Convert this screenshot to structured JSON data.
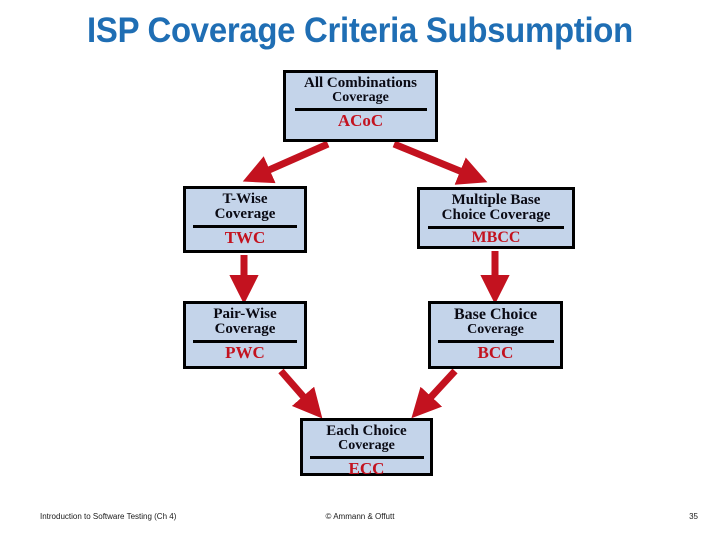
{
  "slide": {
    "title": "ISP Coverage Criteria Subsumption",
    "title_color": "#1f6eb4",
    "background_color": "#ffffff"
  },
  "diagram": {
    "type": "subsumption-hierarchy",
    "box_fill_color": "#c4d4ea",
    "box_border_color": "#000000",
    "name_text_color": "#0a0a14",
    "abbr_text_color": "#c3121f",
    "arrow_color": "#c3121f",
    "nodes": [
      {
        "id": "acoc",
        "name_line1": "All Combinations",
        "name_line2": "Coverage",
        "abbr": "ACoC"
      },
      {
        "id": "twc",
        "name_line1": "T-Wise",
        "name_line2": "Coverage",
        "abbr": "TWC"
      },
      {
        "id": "mbcc",
        "name_line1": "Multiple Base",
        "name_line2": "Choice Coverage",
        "abbr": "MBCC"
      },
      {
        "id": "pwc",
        "name_line1": "Pair-Wise",
        "name_line2": "Coverage",
        "abbr": "PWC"
      },
      {
        "id": "bcc",
        "name_line1": "Base Choice",
        "name_line2": "Coverage",
        "abbr": "BCC"
      },
      {
        "id": "ecc",
        "name_line1": "Each Choice",
        "name_line2": "Coverage",
        "abbr": "ECC"
      }
    ],
    "edges": [
      {
        "from": "acoc",
        "to": "twc"
      },
      {
        "from": "acoc",
        "to": "mbcc"
      },
      {
        "from": "twc",
        "to": "pwc"
      },
      {
        "from": "mbcc",
        "to": "bcc"
      },
      {
        "from": "pwc",
        "to": "ecc"
      },
      {
        "from": "bcc",
        "to": "ecc"
      }
    ]
  },
  "footer": {
    "left": "Introduction to Software Testing (Ch 4)",
    "center": "© Ammann & Offutt",
    "page": "35"
  }
}
